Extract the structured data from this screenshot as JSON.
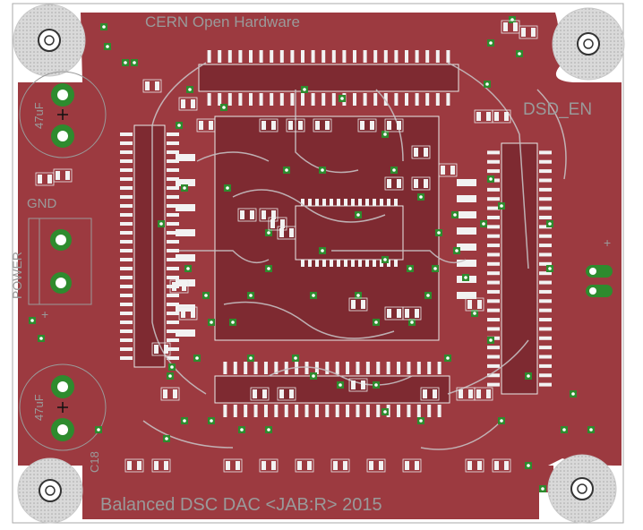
{
  "labels": {
    "title": "CERN Open Hardware",
    "footer": "Balanced DSC DAC <JAB:R> 2015",
    "gnd": "GND",
    "power": "POWER",
    "dsd_en": "DSD_EN",
    "cap_top": "47uF",
    "cap_bottom": "47uF",
    "c18": "C18",
    "plus": "+"
  },
  "colors": {
    "copper": "#9c3a40",
    "copper_dark": "#7e2a31",
    "trace": "#c6bfc2",
    "pad": "#f2f2f2",
    "via": "#2e8b2e",
    "silk": "#9a9a9a",
    "hole_ring": "#c8c8c8"
  }
}
